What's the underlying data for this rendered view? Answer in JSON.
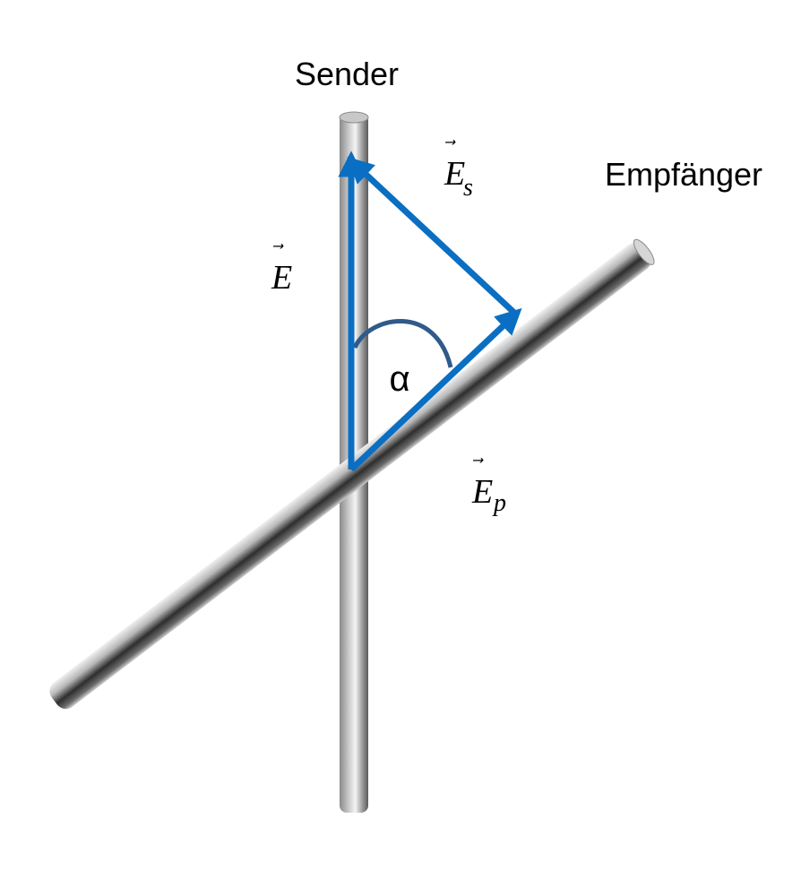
{
  "diagram": {
    "labels": {
      "sender": "Sender",
      "receiver": "Empfänger",
      "angle": "α"
    },
    "vectors": {
      "e": {
        "symbol": "E",
        "subscript": "",
        "arrow": "⃗"
      },
      "e_s": {
        "symbol": "E",
        "subscript": "s",
        "arrow": "⃗"
      },
      "e_p": {
        "symbol": "E",
        "subscript": "p",
        "arrow": "⃗"
      }
    },
    "colors": {
      "vector": "#0a6fc2",
      "angle_arc": "#2f5a8a",
      "rod_dark": "#3a3a3a",
      "rod_light": "#e8e8e8",
      "background": "#ffffff"
    }
  }
}
